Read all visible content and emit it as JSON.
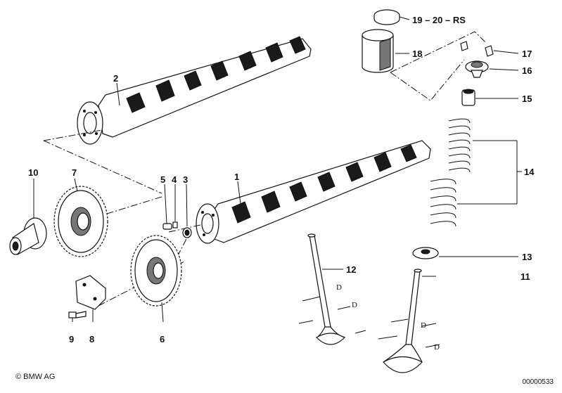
{
  "callouts": {
    "p1": "1",
    "p2": "2",
    "p3": "3",
    "p4": "4",
    "p5": "5",
    "p6": "6",
    "p7": "7",
    "p8": "8",
    "p9": "9",
    "p10": "10",
    "p11": "11",
    "p12": "12",
    "p13": "13",
    "p14": "14",
    "p15": "15",
    "p16": "16",
    "p17": "17",
    "p18": "18",
    "p19": "19 – 20 – RS"
  },
  "dim_label": "D",
  "footer": {
    "copyright": "© BMW AG",
    "doc_number": "00000533"
  }
}
